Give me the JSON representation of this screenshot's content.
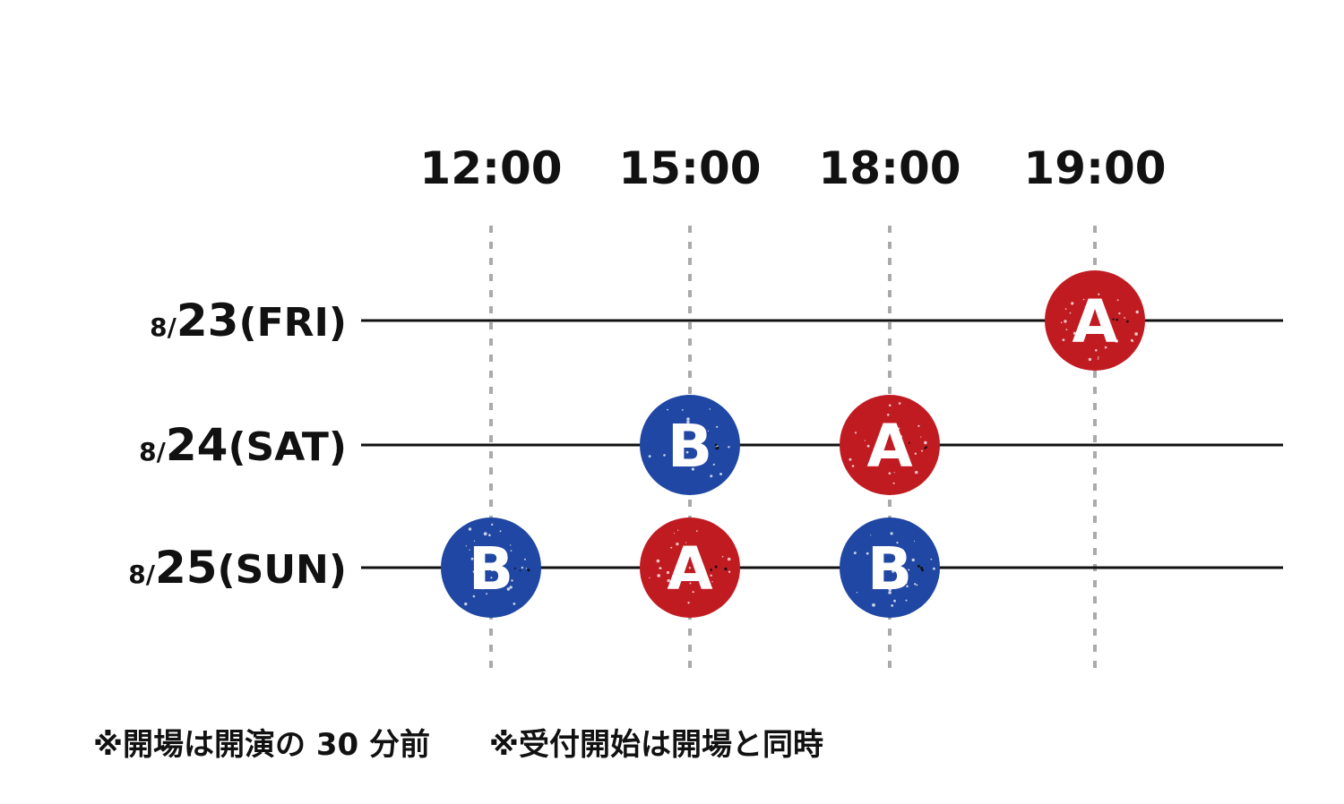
{
  "colors": {
    "show_a": "#c11b22",
    "show_b": "#1f47a3",
    "track": "#111111",
    "guide": "#aaaaaa"
  },
  "time_slots": [
    "12:00",
    "15:00",
    "18:00",
    "19:00"
  ],
  "days": [
    {
      "month_prefix": "8/",
      "day": "23",
      "weekday": "(FRI)"
    },
    {
      "month_prefix": "8/",
      "day": "24",
      "weekday": "(SAT)"
    },
    {
      "month_prefix": "8/",
      "day": "25",
      "weekday": "(SUN)"
    }
  ],
  "shows": [
    {
      "day_index": 0,
      "slot_index": 3,
      "program": "A"
    },
    {
      "day_index": 1,
      "slot_index": 1,
      "program": "B"
    },
    {
      "day_index": 1,
      "slot_index": 2,
      "program": "A"
    },
    {
      "day_index": 2,
      "slot_index": 0,
      "program": "B"
    },
    {
      "day_index": 2,
      "slot_index": 1,
      "program": "A"
    },
    {
      "day_index": 2,
      "slot_index": 2,
      "program": "B"
    }
  ],
  "notes": [
    "※開場は開演の 30 分前",
    "※受付開始は開場と同時"
  ]
}
